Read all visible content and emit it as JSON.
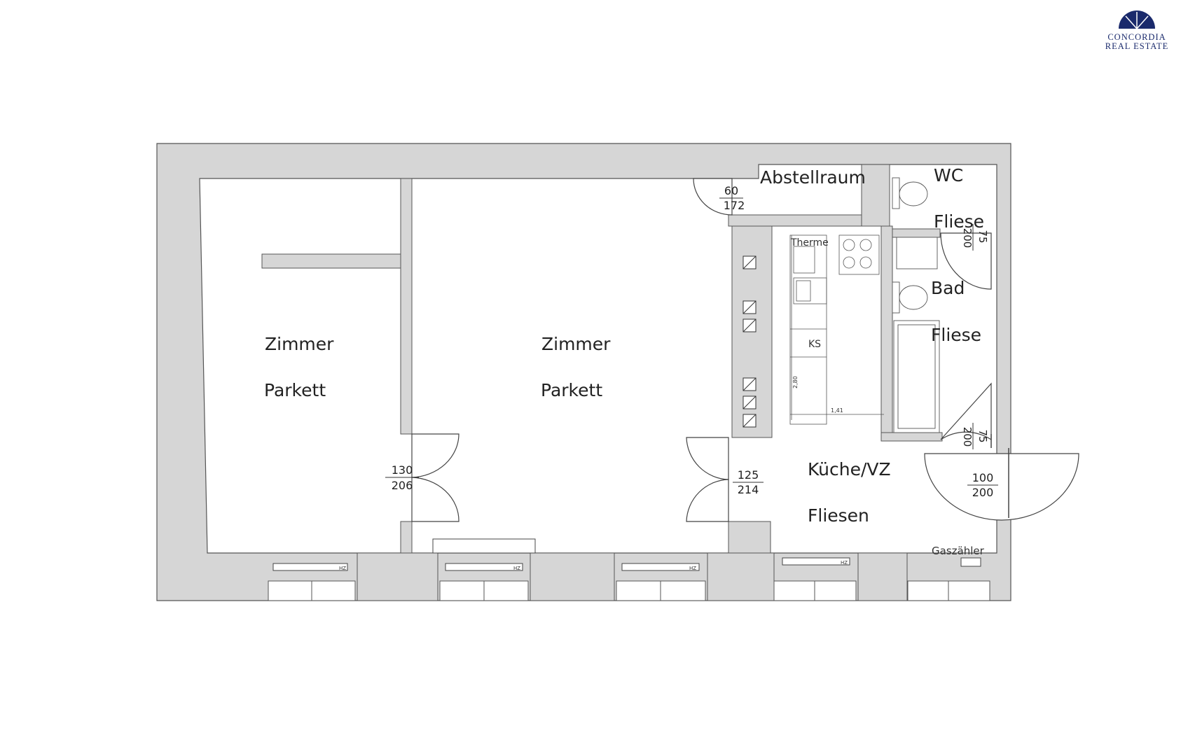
{
  "logo": {
    "line1": "CONCORDIA",
    "line2": "REAL ESTATE",
    "color": "#1a2a6c"
  },
  "colors": {
    "wall": "#d6d6d6",
    "line": "#444444"
  },
  "rooms": {
    "zimmer_left": {
      "name": "Zimmer",
      "floor": "Parkett"
    },
    "zimmer_mid": {
      "name": "Zimmer",
      "floor": "Parkett"
    },
    "abstellraum": {
      "name": "Abstellraum"
    },
    "wc": {
      "name": "WC",
      "floor": "Fliese"
    },
    "bad": {
      "name": "Bad",
      "floor": "Fliese"
    },
    "kueche": {
      "name": "Küche/VZ",
      "floor": "Fliesen"
    }
  },
  "doors": {
    "abstell": {
      "width": "60",
      "height": "172"
    },
    "zimmer": {
      "width": "130",
      "height": "206"
    },
    "kueche": {
      "width": "125",
      "height": "214"
    },
    "wc": {
      "width": "75",
      "height": "200"
    },
    "bad": {
      "width": "75",
      "height": "200"
    },
    "entrance": {
      "width": "100",
      "height": "200"
    }
  },
  "annotations": {
    "therme": "Therme",
    "ks": "KS",
    "kitchen_depth": "2,80",
    "kitchen_width": "1,41",
    "gaszaehler": "Gaszähler",
    "hz": "HZ"
  }
}
